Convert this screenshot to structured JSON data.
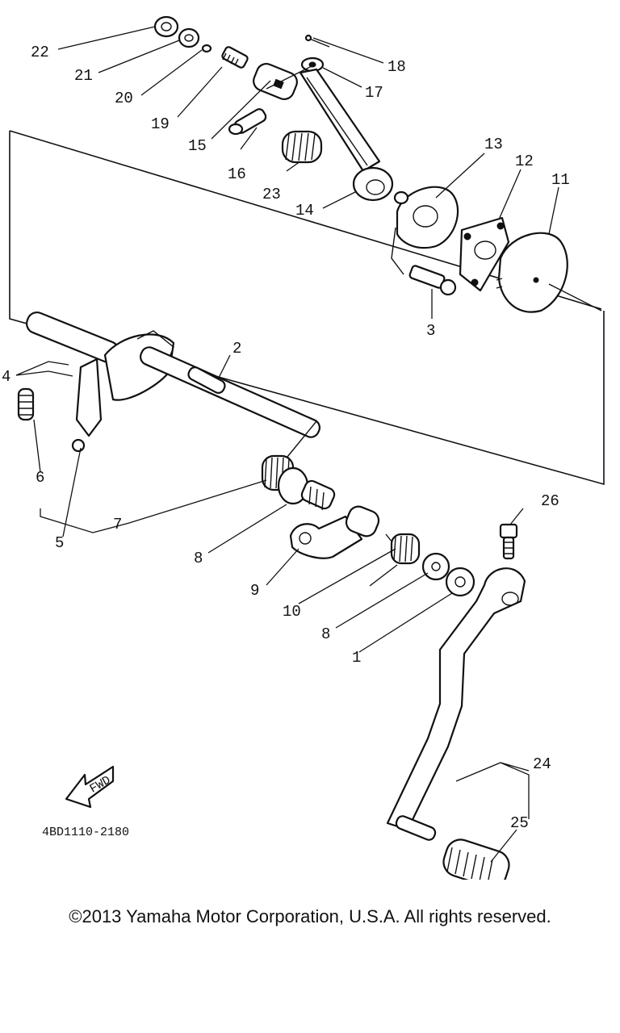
{
  "diagram": {
    "drawing_code": "4BD1110-2180",
    "fwd_label": "FWD",
    "callouts": {
      "c1": "1",
      "c2": "2",
      "c3": "3",
      "c4": "4",
      "c5": "5",
      "c6": "6",
      "c7": "7",
      "c8a": "8",
      "c8b": "8",
      "c9": "9",
      "c10": "10",
      "c11": "11",
      "c12": "12",
      "c13": "13",
      "c14": "14",
      "c15": "15",
      "c16": "16",
      "c17": "17",
      "c18": "18",
      "c19": "19",
      "c20": "20",
      "c21": "21",
      "c22": "22",
      "c23": "23",
      "c24": "24",
      "c25": "25",
      "c26": "26"
    }
  },
  "footer": {
    "copyright": "©2013 Yamaha Motor Corporation, U.S.A. All rights reserved."
  }
}
